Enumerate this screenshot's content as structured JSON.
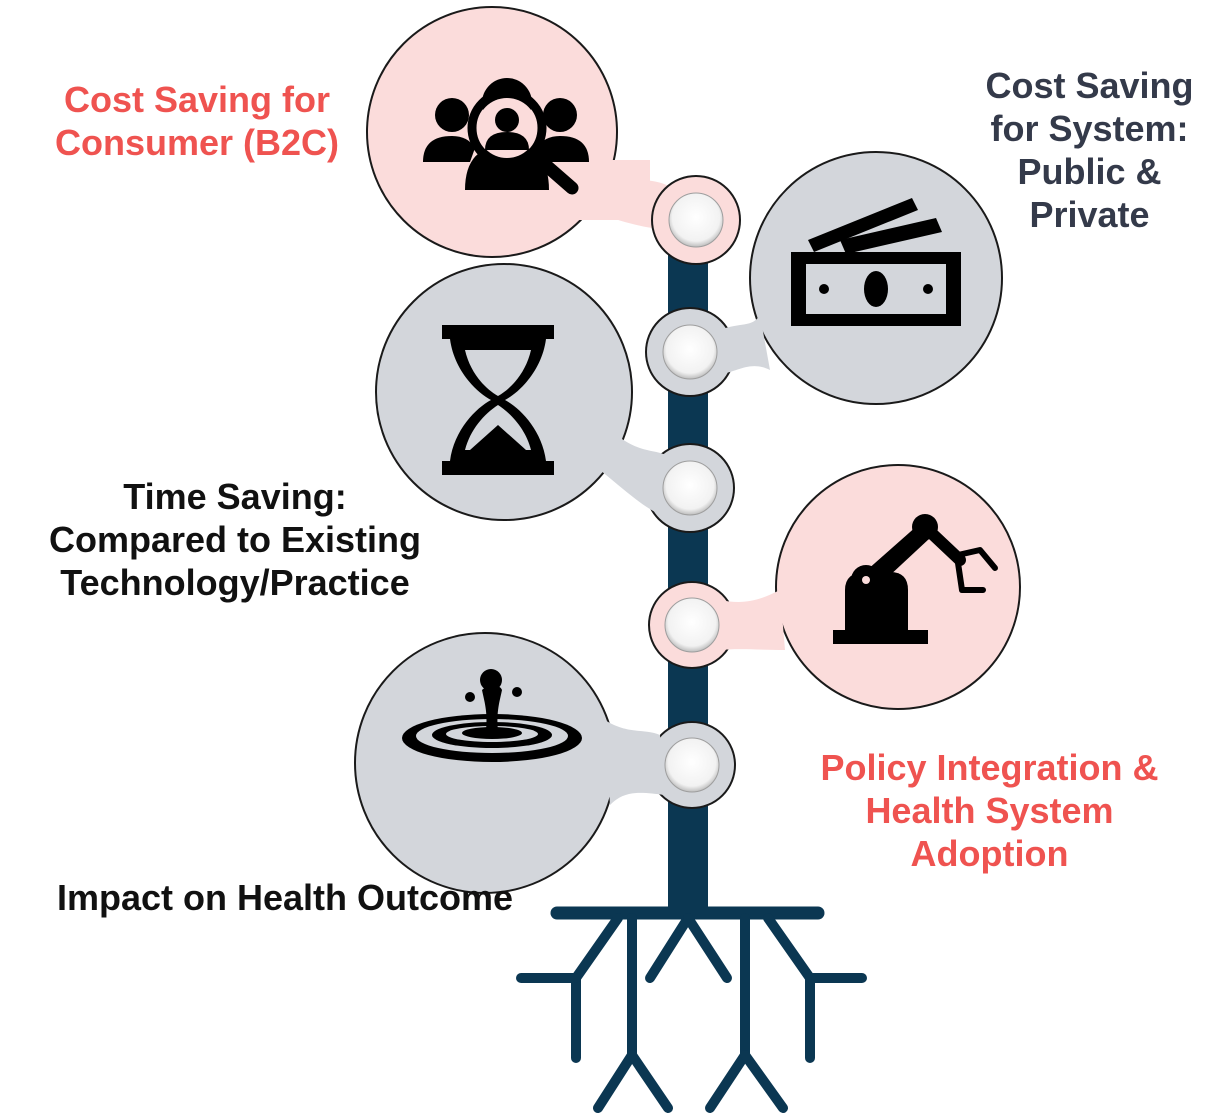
{
  "colors": {
    "trunk": "#0b3752",
    "pink_bubble": "#fbdcdb",
    "grey_bubble": "#d3d6db",
    "bubble_outline": "#1a1a1a",
    "label_red": "#ef5350",
    "label_navy": "#343a4a",
    "label_black": "#111111",
    "icon": "#000000"
  },
  "nodes": [
    {
      "id": "cost-saving-consumer",
      "icon": "people-search-icon",
      "fill": "pink",
      "label_lines": [
        "Cost Saving for",
        "Consumer (B2C)"
      ]
    },
    {
      "id": "cost-saving-system",
      "icon": "money-stack-icon",
      "fill": "grey",
      "label_lines": [
        "Cost Saving",
        "for System:",
        "Public &",
        "Private"
      ]
    },
    {
      "id": "time-saving",
      "icon": "hourglass-icon",
      "fill": "grey",
      "label_lines": [
        "Time Saving:",
        "Compared to Existing",
        "Technology/Practice"
      ]
    },
    {
      "id": "policy-integration",
      "icon": "robotic-arm-icon",
      "fill": "pink",
      "label_lines": [
        "Policy Integration &",
        "Health System",
        "Adoption"
      ]
    },
    {
      "id": "health-outcome",
      "icon": "water-ripple-icon",
      "fill": "grey",
      "label_lines": [
        "Impact on Health Outcome"
      ]
    }
  ]
}
